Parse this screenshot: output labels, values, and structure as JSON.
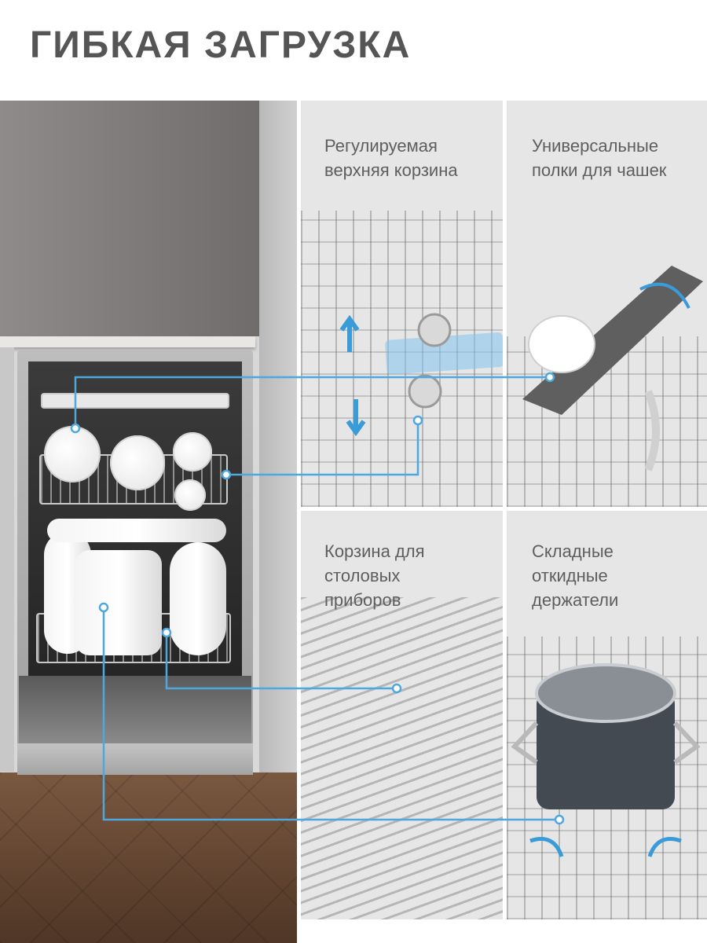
{
  "title": "ГИБКАЯ ЗАГРУЗКА",
  "accent_color": "#4ea7de",
  "panels": [
    {
      "label": "Регулируемая\nверхняя корзина"
    },
    {
      "label": "Универсальные\nполки для чашек"
    },
    {
      "label": "Корзина для\nстоловых\nприборов"
    },
    {
      "label": "Складные\nоткидные\nдержатели"
    }
  ]
}
